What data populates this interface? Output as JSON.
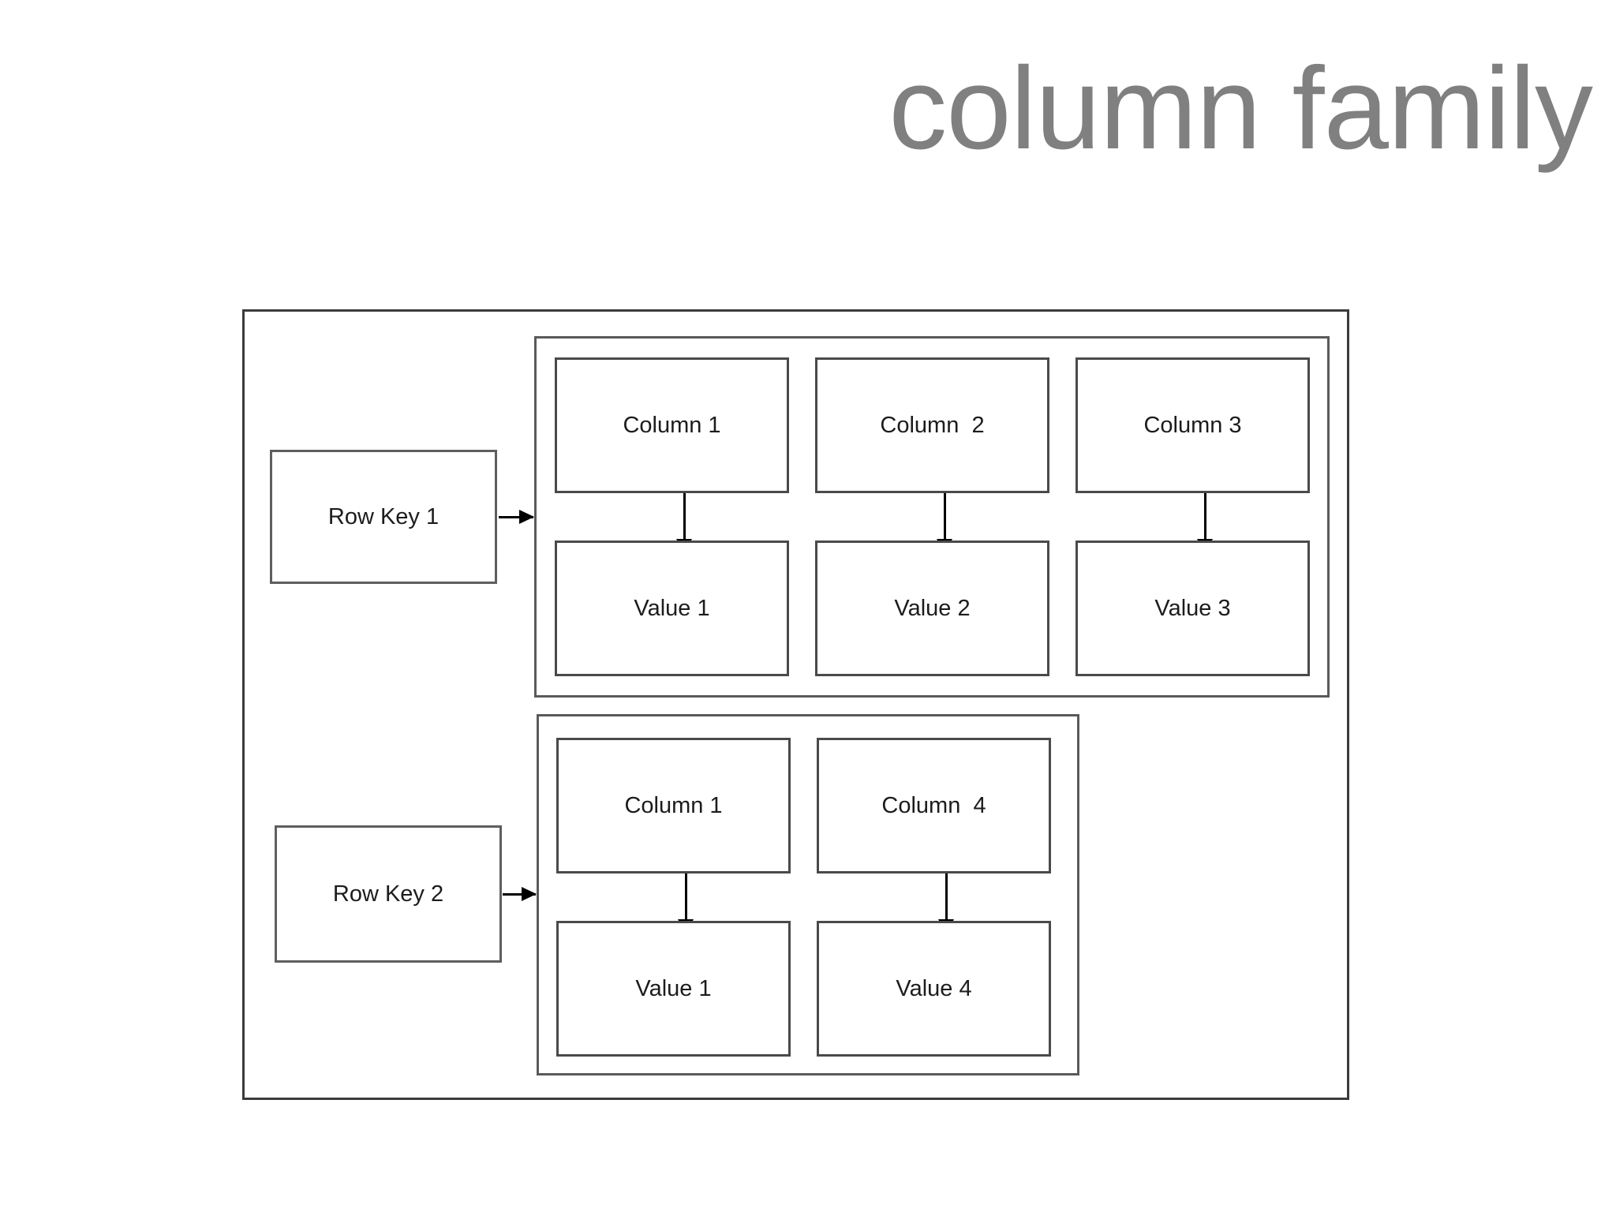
{
  "slide": {
    "title": "column family",
    "title_color": "#808080",
    "background_color": "#ffffff"
  },
  "diagram": {
    "name": "column-family-table-diagram",
    "outer_container_label": "",
    "rows": [
      {
        "row_key": "Row Key 1",
        "arrow": "row-key-to-column-family-arrow",
        "pairs": [
          {
            "column": "Column 1",
            "value": "Value 1",
            "arrow": "column-to-value-arrow"
          },
          {
            "column": "Column  2",
            "value": "Value 2",
            "arrow": "column-to-value-arrow"
          },
          {
            "column": "Column 3",
            "value": "Value 3",
            "arrow": "column-to-value-arrow"
          }
        ]
      },
      {
        "row_key": "Row Key 2",
        "arrow": "row-key-to-column-family-arrow",
        "pairs": [
          {
            "column": "Column 1",
            "value": "Value 1",
            "arrow": "column-to-value-arrow"
          },
          {
            "column": "Column  4",
            "value": "Value 4",
            "arrow": "column-to-value-arrow"
          }
        ]
      }
    ],
    "colors": {
      "box_border": "#4a4a4a",
      "group_border": "#5a5a5a",
      "outer_border": "#3b3b3b",
      "arrow": "#000000",
      "text": "#1c1c1c"
    }
  }
}
